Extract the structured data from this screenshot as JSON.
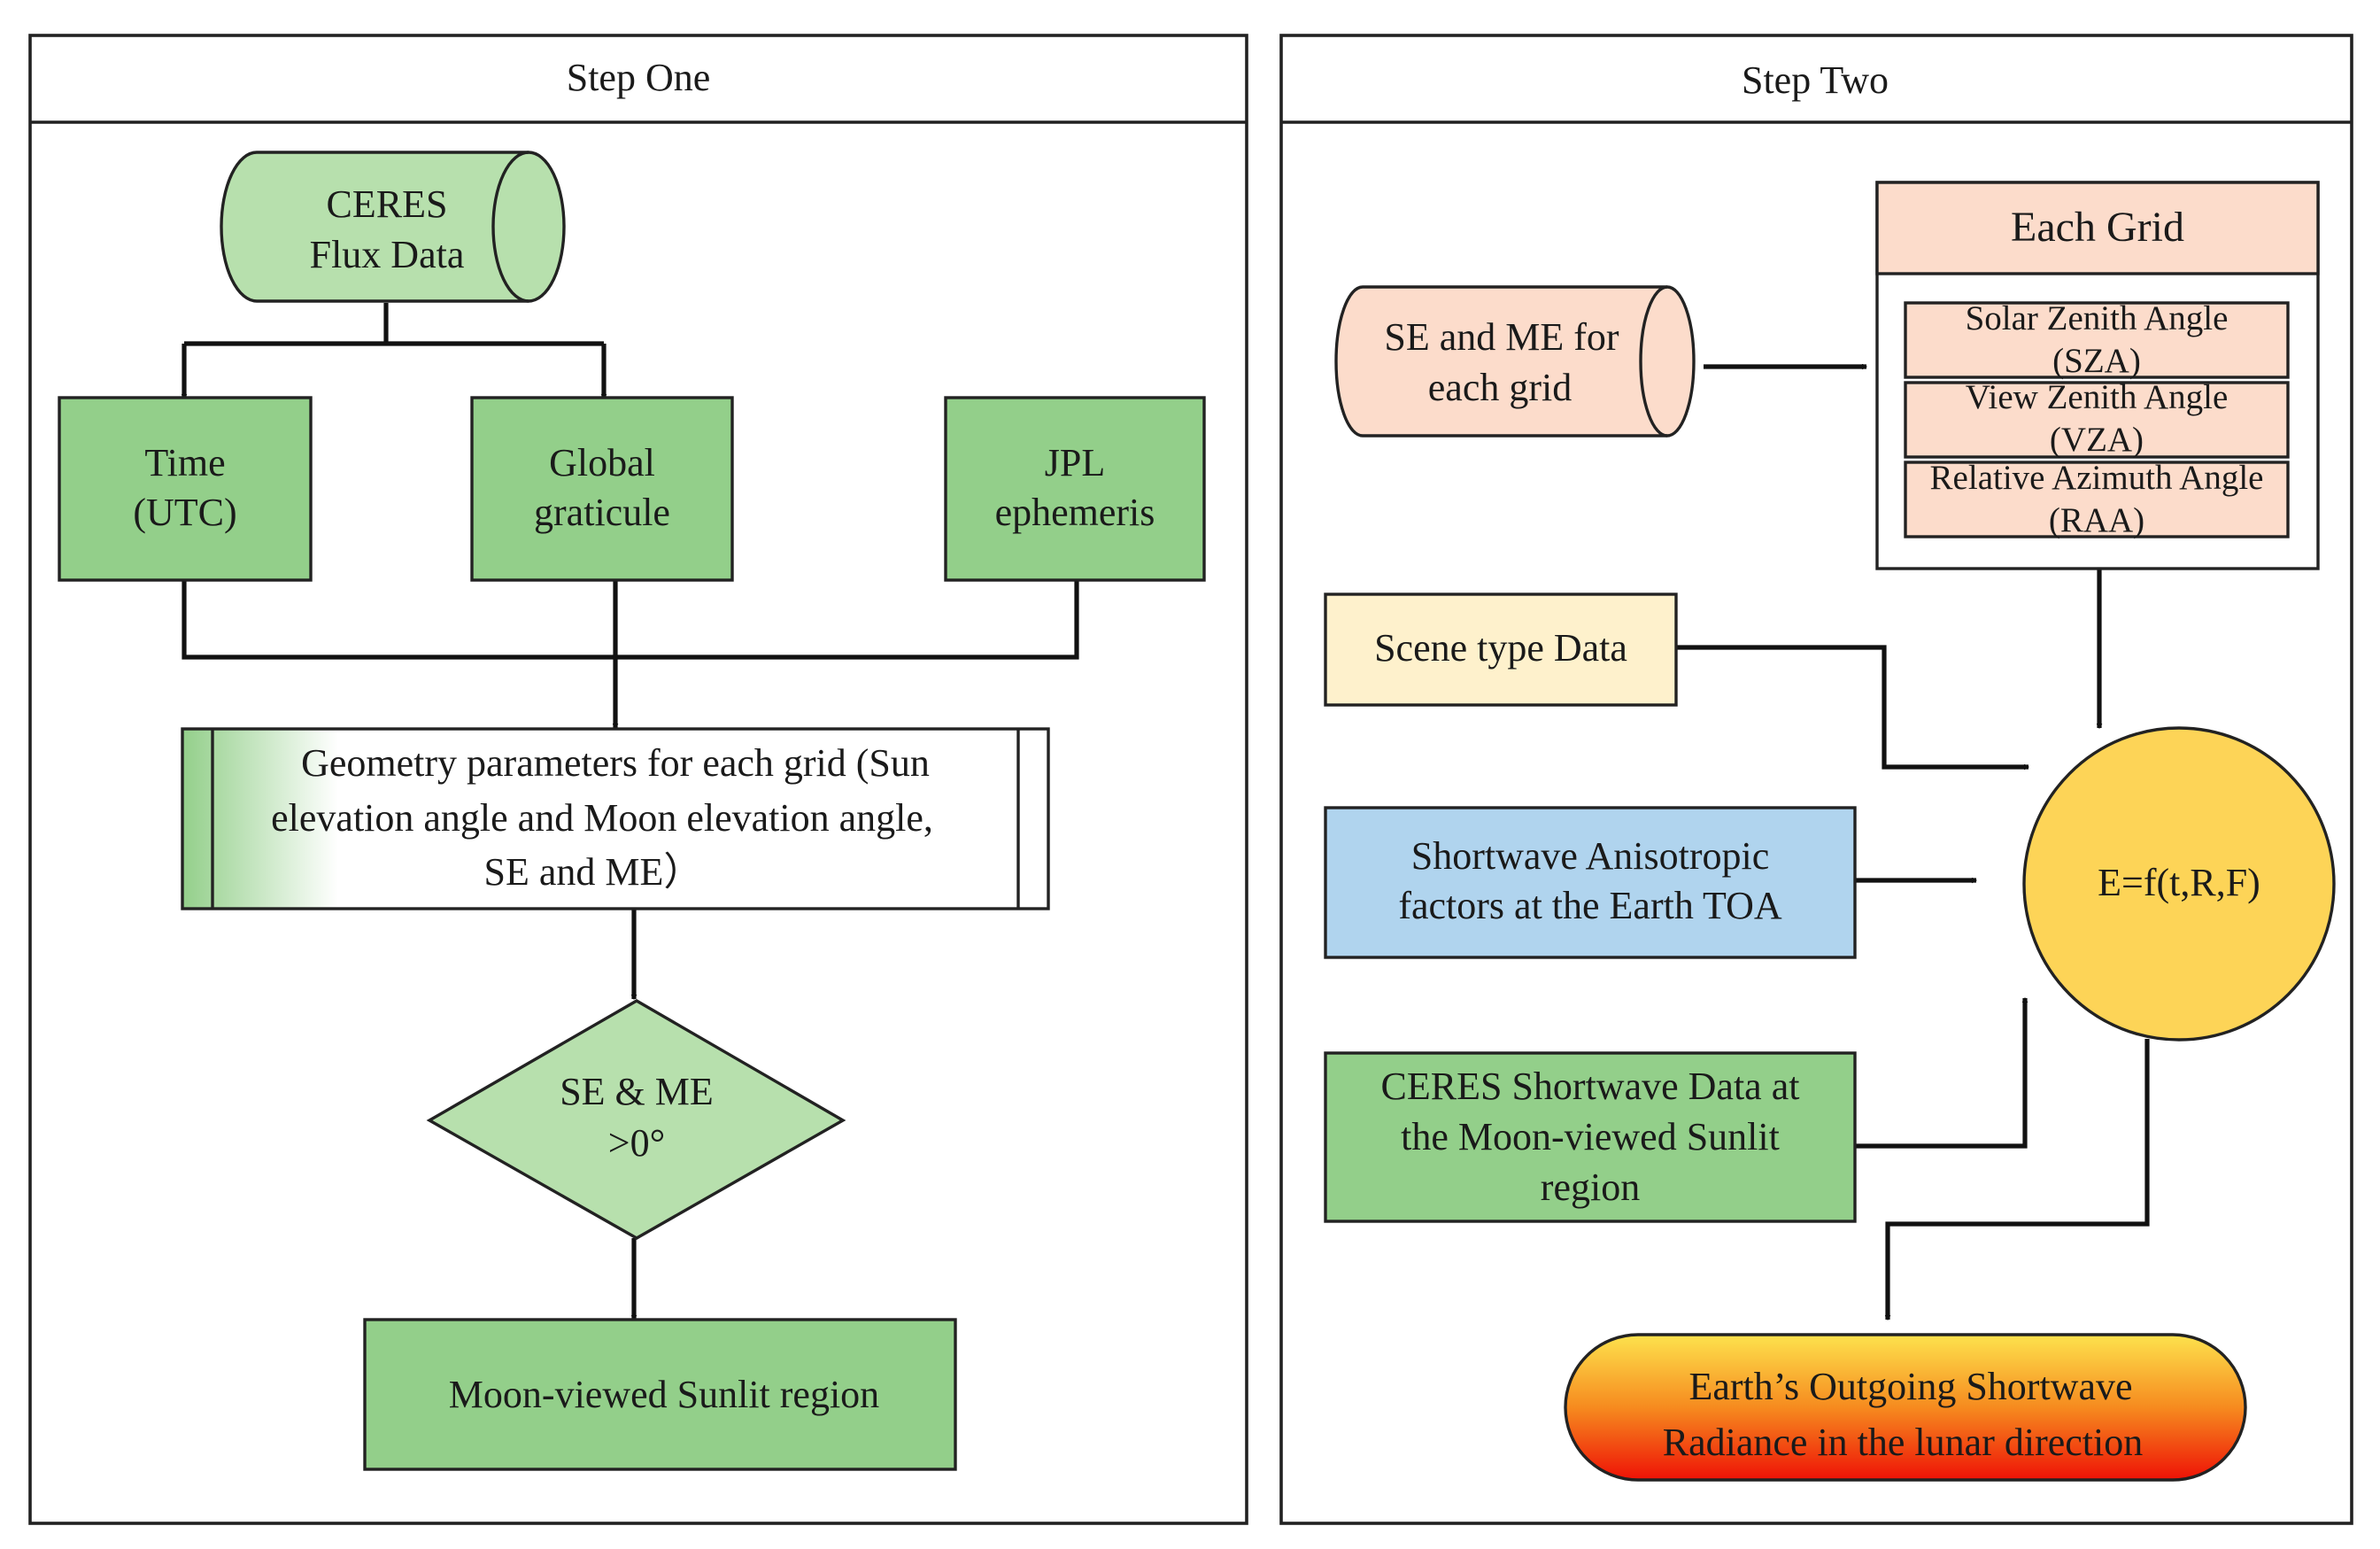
{
  "panels": {
    "step_one": "Step One",
    "step_two": "Step Two"
  },
  "step_one": {
    "ceres_flux": [
      "CERES",
      "Flux Data"
    ],
    "time": [
      "Time",
      "(UTC)"
    ],
    "graticule": [
      "Global",
      "graticule"
    ],
    "jpl": [
      "JPL",
      "ephemeris"
    ],
    "geometry": [
      "Geometry parameters for each grid (Sun",
      "elevation angle and Moon elevation angle,",
      "SE and ME）"
    ],
    "decision": [
      "SE & ME",
      ">0°"
    ],
    "sunlit": "Moon-viewed Sunlit region"
  },
  "step_two": {
    "se_me": [
      "SE and ME for",
      "each grid"
    ],
    "each_grid": {
      "title": "Each Grid",
      "items": [
        [
          "Solar Zenith Angle",
          "(SZA)"
        ],
        [
          "View Zenith Angle",
          "(VZA)"
        ],
        [
          "Relative Azimuth Angle",
          "(RAA)"
        ]
      ]
    },
    "scene_type": "Scene type Data",
    "anisotropic": [
      "Shortwave Anisotropic",
      "factors at the Earth TOA"
    ],
    "ceres_sw": [
      "CERES Shortwave Data at",
      "the Moon-viewed Sunlit",
      "region"
    ],
    "formula": "E=f(t,R,F)",
    "output": [
      "Earth’s Outgoing Shortwave",
      "Radiance in the lunar direction"
    ]
  },
  "colors": {
    "green_dark": "#93cf8a",
    "green_light": "#b7e0ad",
    "peach": "#fcdccb",
    "cream": "#fef1cc",
    "blue": "#b0d4ee",
    "yellow": "#fdd457",
    "gradient_top": "#fde24d",
    "gradient_bottom": "#ee1206"
  }
}
